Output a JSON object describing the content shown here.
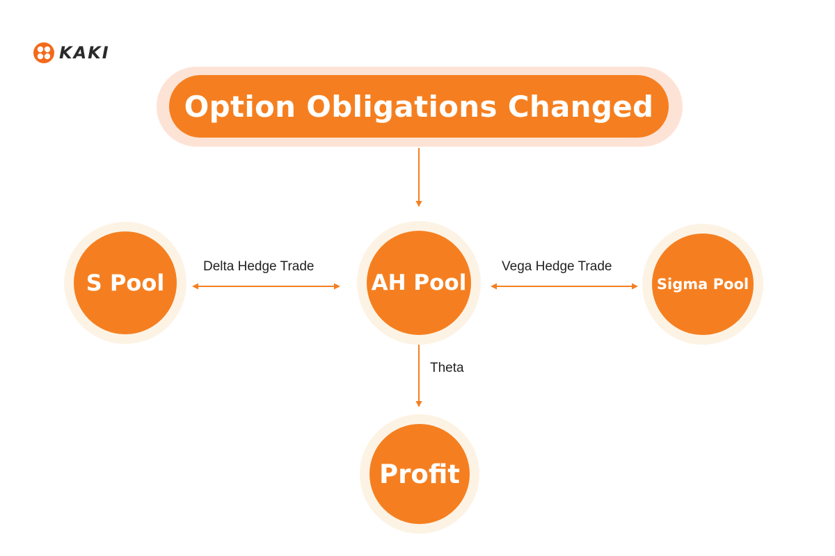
{
  "brand": {
    "name": "KAKI",
    "logo_icon": "kaki-logo-icon",
    "accent": "#f57f20"
  },
  "diagram": {
    "title": "Option Obligations Changed",
    "nodes": {
      "s_pool": "S Pool",
      "ah_pool": "AH Pool",
      "sigma_pool": "Sigma Pool",
      "profit": "Profit"
    },
    "edges": {
      "delta": "Delta Hedge Trade",
      "vega": "Vega Hedge Trade",
      "theta": "Theta"
    }
  }
}
